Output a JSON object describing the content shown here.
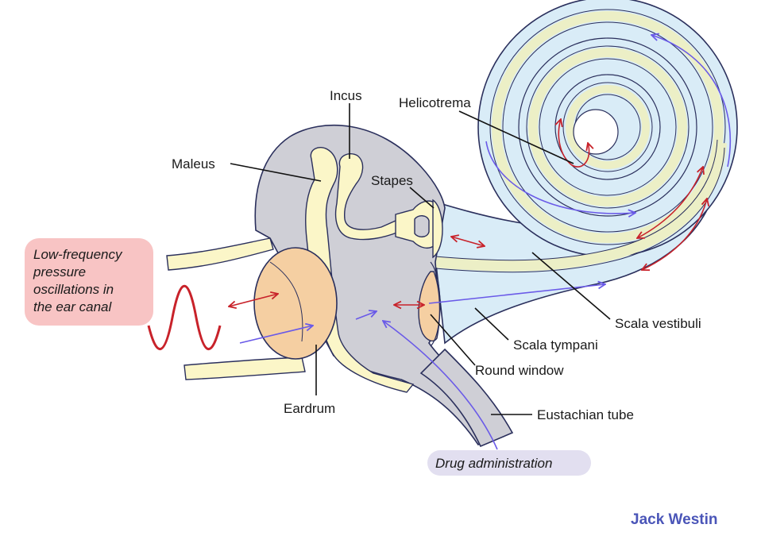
{
  "labels": {
    "incus": "Incus",
    "helicotrema": "Helicotrema",
    "maleus": "Maleus",
    "stapes": "Stapes",
    "scala_vestibuli": "Scala vestibuli",
    "scala_tympani": "Scala tympani",
    "round_window": "Round window",
    "eardrum": "Eardrum",
    "eustachian_tube": "Eustachian tube"
  },
  "callouts": {
    "ear_canal_lines": [
      "Low-frequency",
      "pressure",
      "oscillations in",
      "the ear canal"
    ],
    "drug_administration": "Drug administration"
  },
  "brand": "Jack Westin",
  "colors": {
    "gray_cavity": "#cfcfd6",
    "bone_cream": "#fbf6c8",
    "eardrum_peach": "#f5cfa2",
    "cochlea_blue": "#d9ecf7",
    "membrane_yellow": "#ecefc6",
    "outline": "#2a2f5c",
    "red_arrow": "#c8222a",
    "purple_arrow": "#6a5ae8",
    "pink_callout": "#f8c4c4",
    "lavender_callout": "#e2dff0",
    "brand": "#4a55b8"
  }
}
